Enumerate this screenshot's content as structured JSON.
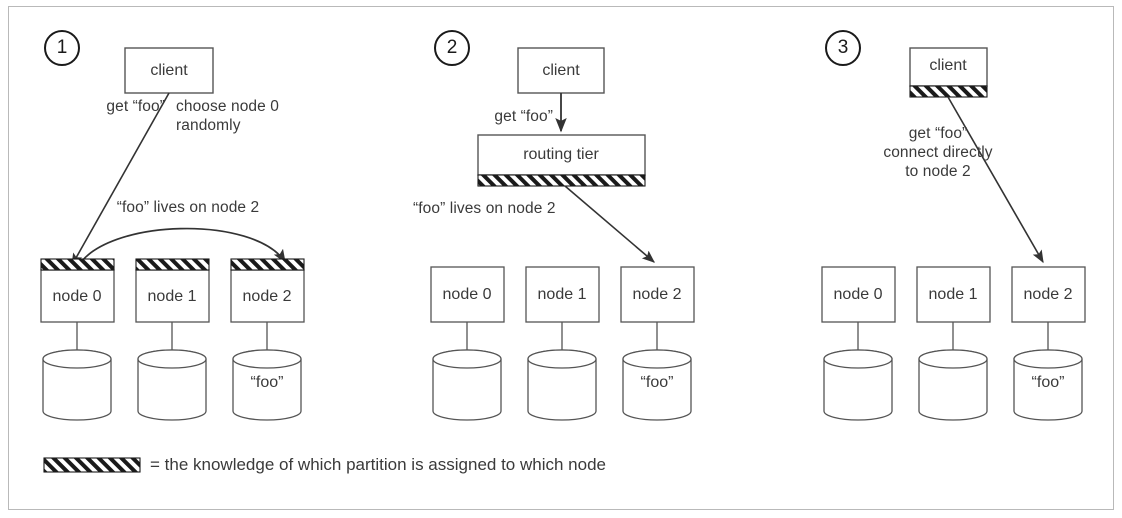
{
  "figure": {
    "title": "Partition routing strategies",
    "border_color": "#b9b9b9",
    "stroke_color": "#555555",
    "text_color": "#3a3a3a",
    "hatch_color": "#1a1a1a",
    "background": "#ffffff"
  },
  "panels": [
    {
      "id": "panel-1",
      "step": "1",
      "client": {
        "label": "client",
        "hatched": false,
        "hatch_edge": "none"
      },
      "annotations": [
        {
          "name": "get-foo-label",
          "text": "get “foo”"
        },
        {
          "name": "choose-node-label-line1",
          "text": "choose node 0"
        },
        {
          "name": "choose-node-label-line2",
          "text": "randomly"
        },
        {
          "name": "foo-lives-label",
          "text": "“foo” lives on node 2"
        }
      ],
      "nodes": [
        {
          "label": "node 0",
          "hatched": true,
          "hatch_edge": "top",
          "db_label": ""
        },
        {
          "label": "node 1",
          "hatched": true,
          "hatch_edge": "top",
          "db_label": ""
        },
        {
          "label": "node 2",
          "hatched": true,
          "hatch_edge": "top",
          "db_label": "“foo”"
        }
      ],
      "routing_tier": null
    },
    {
      "id": "panel-2",
      "step": "2",
      "client": {
        "label": "client",
        "hatched": false,
        "hatch_edge": "none"
      },
      "annotations": [
        {
          "name": "get-foo-label",
          "text": "get “foo”"
        },
        {
          "name": "foo-lives-label",
          "text": "“foo” lives on node 2"
        }
      ],
      "nodes": [
        {
          "label": "node 0",
          "hatched": false,
          "hatch_edge": "none",
          "db_label": ""
        },
        {
          "label": "node 1",
          "hatched": false,
          "hatch_edge": "none",
          "db_label": ""
        },
        {
          "label": "node 2",
          "hatched": false,
          "hatch_edge": "none",
          "db_label": "“foo”"
        }
      ],
      "routing_tier": {
        "label": "routing tier",
        "hatched": true,
        "hatch_edge": "bottom"
      }
    },
    {
      "id": "panel-3",
      "step": "3",
      "client": {
        "label": "client",
        "hatched": true,
        "hatch_edge": "bottom"
      },
      "annotations": [
        {
          "name": "get-foo-label",
          "text": "get “foo”"
        },
        {
          "name": "connect-directly-label",
          "text": "connect directly"
        },
        {
          "name": "to-node-2-label",
          "text": "to node 2"
        }
      ],
      "nodes": [
        {
          "label": "node 0",
          "hatched": false,
          "hatch_edge": "none",
          "db_label": ""
        },
        {
          "label": "node 1",
          "hatched": false,
          "hatch_edge": "none",
          "db_label": ""
        },
        {
          "label": "node 2",
          "hatched": false,
          "hatch_edge": "none",
          "db_label": "“foo”"
        }
      ],
      "routing_tier": null
    }
  ],
  "legend": {
    "swatch_name": "hatch-swatch",
    "equals": "=",
    "text": "= the knowledge of which partition is assigned to which node",
    "description": "the knowledge of which partition is assigned to which node"
  }
}
